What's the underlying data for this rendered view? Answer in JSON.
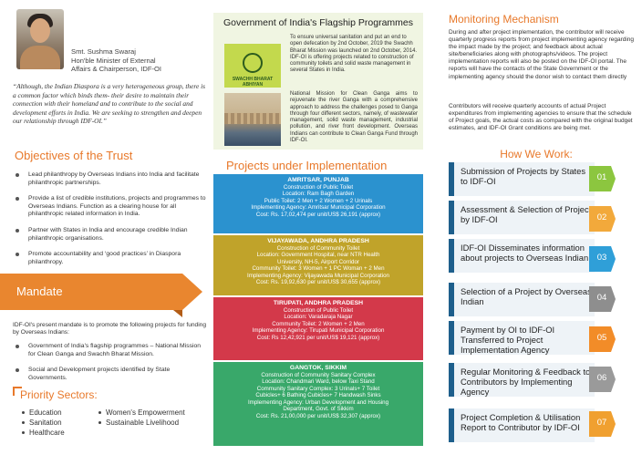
{
  "profile": {
    "name": "Smt. Sushma Swaraj",
    "role_line1": "Hon'ble Minister of External",
    "role_line2": "Affairs & Chairperson, IDF-OI"
  },
  "quote": "“Although, the Indian Diaspora is a very heterogeneous group, there is a common factor which binds them- their desire to maintain their connection with their homeland and to contribute to the social and development efforts in India. We are seeking to strengthen and deepen our relationship through IDF-OI.”",
  "objectives": {
    "title": "Objectives of the Trust",
    "items": [
      "Lead philanthropy by Overseas Indians into India and facilitate philanthropic partnerships.",
      "Provide a list of credible institutions, projects and programmes to Overseas Indians. Function as a clearing house for all philanthropic related information in India.",
      "Partner with States in India and encourage credible Indian philanthropic organisations.",
      "Promote accountability and ‘good practices’ in Diaspora philanthropy."
    ]
  },
  "mandate": {
    "title": "Mandate",
    "intro": "IDF-OI's present mandate is to promote the following projects for funding by Overseas Indians:",
    "items": [
      "Government of India's flagship programmes – National Mission for Clean Ganga and Swachh Bharat Mission.",
      "Social and Development projects identified by State Governments."
    ]
  },
  "priority": {
    "title": "Priority Sectors:",
    "items": [
      "Education",
      "Sanitation",
      "Healthcare",
      "Women's Empowerment",
      "Sustainable Livelihood"
    ]
  },
  "flagship": {
    "title": "Government of India's Flagship Programmes",
    "logo_text": "SWACHH BHARAT ABHIYAN",
    "text1": "To ensure universal sanitation and put an end to open defecation by 2nd October, 2019 the Swachh Bharat Mission was launched on 2nd October, 2014. IDF-OI is offering projects related to construction of community toilets and solid waste management in several States in India.",
    "text2": "National Mission for Clean Ganga aims to rejuvenate the river Ganga with a comprehensive approach to address the challenges posed to Ganga through four different sectors, namely, of wastewater management, solid waste management, industrial pollution, and river front development. Overseas Indians can contribute to Clean Ganga Fund through IDF-OI."
  },
  "projects": {
    "title": "Projects under Implementation",
    "items": [
      {
        "title": "AMRITSAR, PUNJAB",
        "lines": [
          "Construction of Public Toilet",
          "Location: Ram Bagh Garden",
          "Public Toilet: 2 Men + 2 Women + 2 Urinals",
          "Implementing Agency: Amritsar Municipal Corporation",
          "Cost: Rs. 17,02,474 per unit/US$ 26,191 (approx)"
        ]
      },
      {
        "title": "VIJAYAWADA, ANDHRA PRADESH",
        "lines": [
          "Construction of Community Toilet",
          "Location: Government Hospital, near NTR Health",
          "University, NH-5, Airport Corridor",
          "Community Toilet: 3 Women + 1 PC Woman + 2 Men",
          "Implementing Agency: Vijayawada Municipal Corporation",
          "Cost: Rs. 19,92,630 per unit/US$ 30,655 (approx)"
        ]
      },
      {
        "title": "TIRUPATI, ANDHRA PRADESH",
        "lines": [
          "Construction of Public Toilet",
          "Location: Varadaraja Nagar",
          "Community Toilet: 2 Women + 2 Men",
          "Implementing Agency: Tirupati Municipal Corporation",
          "Cost: Rs 12,42,921 per unit/US$ 19,121 (approx)"
        ]
      },
      {
        "title": "GANGTOK, SIKKIM",
        "lines": [
          "Construction of Community Sanitary Complex",
          "Location: Chandmari Ward, below Taxi Stand",
          "Community Sanitary Complex: 3 Urinals+ 7 Toilet",
          "Cubicles+ 6 Bathing Cubicles+ 7 Handwash Sinks",
          "Implementing Agency: Urban Development and Housing",
          "Department, Govt. of Sikkim",
          "Cost: Rs. 21,00,000 per unit/US$ 32,307 (approx)"
        ]
      }
    ]
  },
  "monitoring": {
    "title": "Monitoring Mechanism",
    "p1": "During and after project implementation, the contributor will receive quarterly progress reports from project implementing agency regarding the impact made by the project; and feedback about actual site/beneficiaries along with photographs/videos. The project implementation reports will also be posted on the IDF-OI portal. The reports will have the contacts of the State Government or the implementing agency should the donor wish to contact them directly",
    "p2": "Contributors will receive quarterly accounts of actual Project expenditures from implementing agencies to ensure that the schedule of Project goals, the actual costs as compared with the original budget estimates, and IDF-OI Grant conditions are being met."
  },
  "how_we_work": {
    "title": "How We Work:",
    "steps": [
      {
        "label": "Submission of Projects by States to  IDF-OI",
        "num": "01"
      },
      {
        "label": "Assessment & Selection of Project by IDF-OI",
        "num": "02"
      },
      {
        "label": "IDF-OI Disseminates information about projects to Overseas Indian",
        "num": "03"
      },
      {
        "label": "Selection of a Project by Overseas Indian",
        "num": "04"
      },
      {
        "label": "Payment by OI to IDF-OI Transferred to Project Implementation Agency",
        "num": "05"
      },
      {
        "label": "Regular Monitoring & Feedback to Contributors by Implementing Agency",
        "num": "06"
      },
      {
        "label": "Project Completion & Utilisation Report to Contributor by IDF-OI",
        "num": "07"
      }
    ],
    "badge_colors": [
      "#8cc63f",
      "#f2a93b",
      "#2f9fd8",
      "#8e8e8e",
      "#f28c28",
      "#9a9a9a",
      "#f0a030"
    ]
  }
}
